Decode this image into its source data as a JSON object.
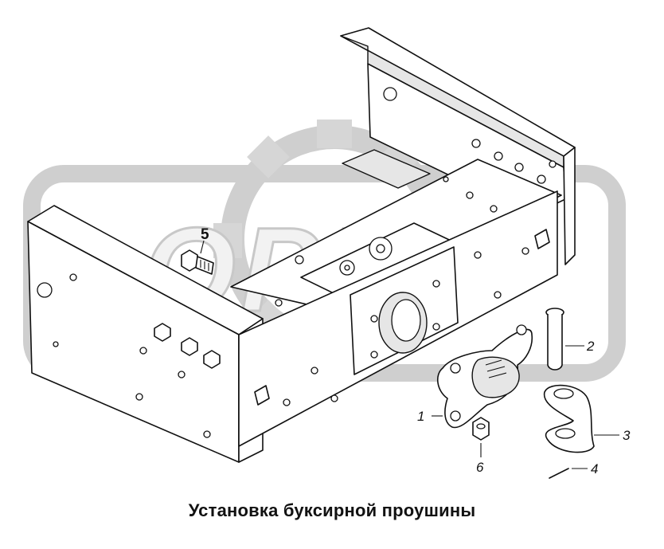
{
  "caption": "Установка буксирной проушины",
  "watermark": "OPEX",
  "callouts": [
    {
      "id": "1",
      "part": "towing-plate"
    },
    {
      "id": "2",
      "part": "pin"
    },
    {
      "id": "3",
      "part": "towing-eye"
    },
    {
      "id": "4",
      "part": "cotter-pin"
    },
    {
      "id": "5",
      "part": "bolt"
    },
    {
      "id": "6",
      "part": "nut"
    }
  ],
  "colors": {
    "line": "#111111",
    "watermark": "#cfcfcf",
    "background": "#ffffff"
  }
}
